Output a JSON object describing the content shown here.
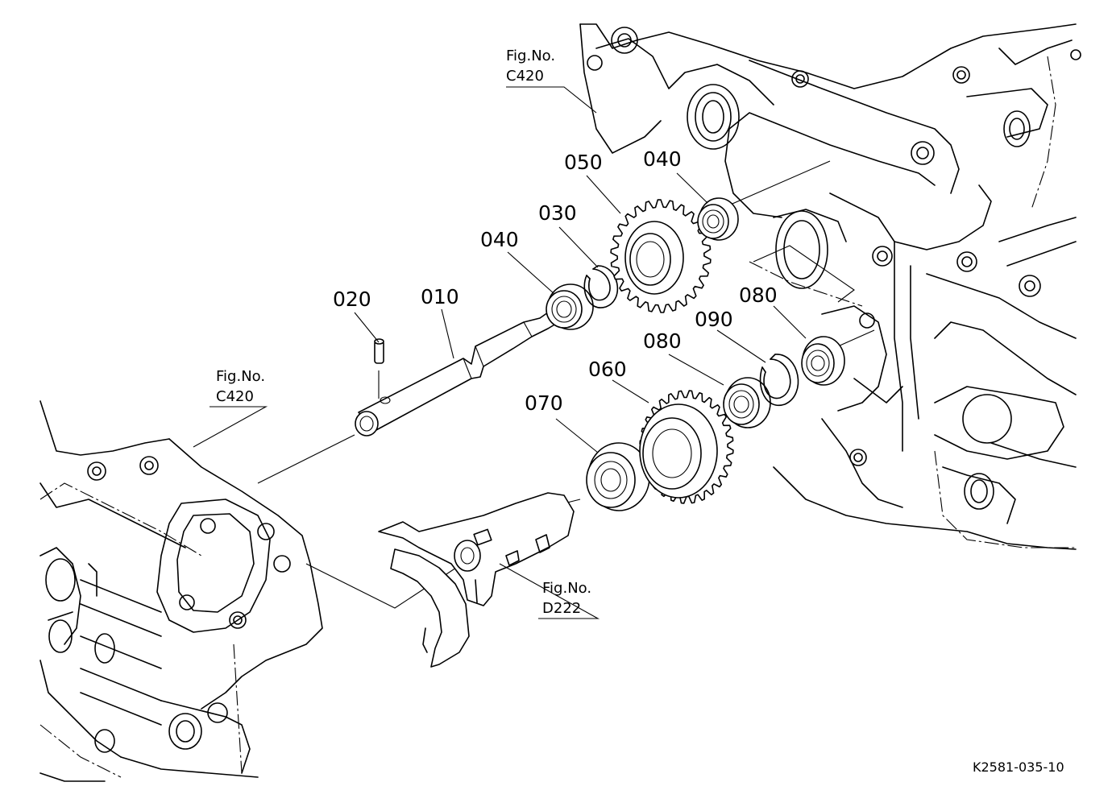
{
  "diagram": {
    "parts": [
      {
        "id": "p010",
        "label": "010"
      },
      {
        "id": "p020",
        "label": "020"
      },
      {
        "id": "p030",
        "label": "030"
      },
      {
        "id": "p040a",
        "label": "040"
      },
      {
        "id": "p040b",
        "label": "040"
      },
      {
        "id": "p050",
        "label": "050"
      },
      {
        "id": "p060",
        "label": "060"
      },
      {
        "id": "p070",
        "label": "070"
      },
      {
        "id": "p080a",
        "label": "080"
      },
      {
        "id": "p080b",
        "label": "080"
      },
      {
        "id": "p090",
        "label": "090"
      }
    ],
    "figure_refs": [
      {
        "id": "ref_top",
        "title": "Fig.No.",
        "code": "C420"
      },
      {
        "id": "ref_left",
        "title": "Fig.No.",
        "code": "C420"
      },
      {
        "id": "ref_fork",
        "title": "Fig.No.",
        "code": "D222"
      }
    ],
    "drawing_code": "K2581-035-10"
  }
}
